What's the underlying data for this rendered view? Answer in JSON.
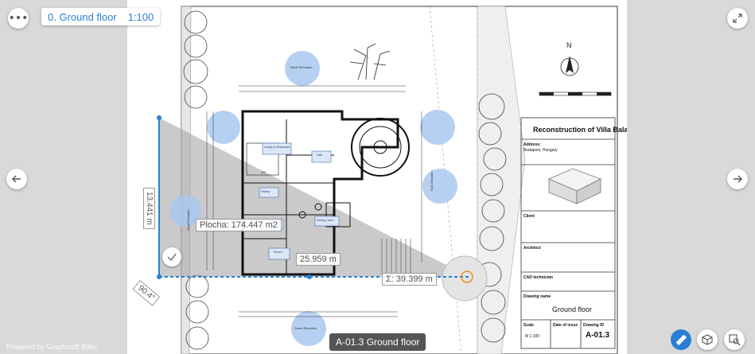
{
  "view": {
    "name": "0. Ground floor",
    "scale": "1:100"
  },
  "sheet_caption": "A-01.3 Ground floor",
  "powered_by": "Powered by Graphisoft BIMx",
  "measure": {
    "vertical": "13.441 m",
    "area": "Plocha: 174.447 m2",
    "horizontal": "25.959 m",
    "sum": "Σ: 39.399 m",
    "angle": "90.4°"
  },
  "title_block": {
    "project": "Reconstruction of Villa Balassa",
    "address_label": "Address:",
    "address_value": "Budapest, Hungary",
    "client_label": "Client",
    "architect_label": "Architect",
    "cad_label": "CAD technician",
    "drawing_name_label": "Drawing name",
    "drawing_name": "Ground floor",
    "scale_label": "Scale",
    "scale_value": "M 1:100",
    "date_label": "Date of issue",
    "drawing_id_label": "Drawing ID",
    "drawing_id": "A-01.3"
  },
  "plan_labels": {
    "north_elevation": "North Elevation",
    "south_elevation": "South Elevation",
    "east_elevation": "East Elevation",
    "west_elevation": "West Elevation",
    "north_letter": "N",
    "lobby": "Lobby & Staircase",
    "hall": "Hall",
    "pantry": "Pantry",
    "kitchen": "Kitchen",
    "dining": "Dining room",
    "room": "Room",
    "wc": "WC"
  },
  "colors": {
    "accent": "#2a7fd4",
    "bubble": "#a9c8ef",
    "shade": "#9e9e9e"
  }
}
